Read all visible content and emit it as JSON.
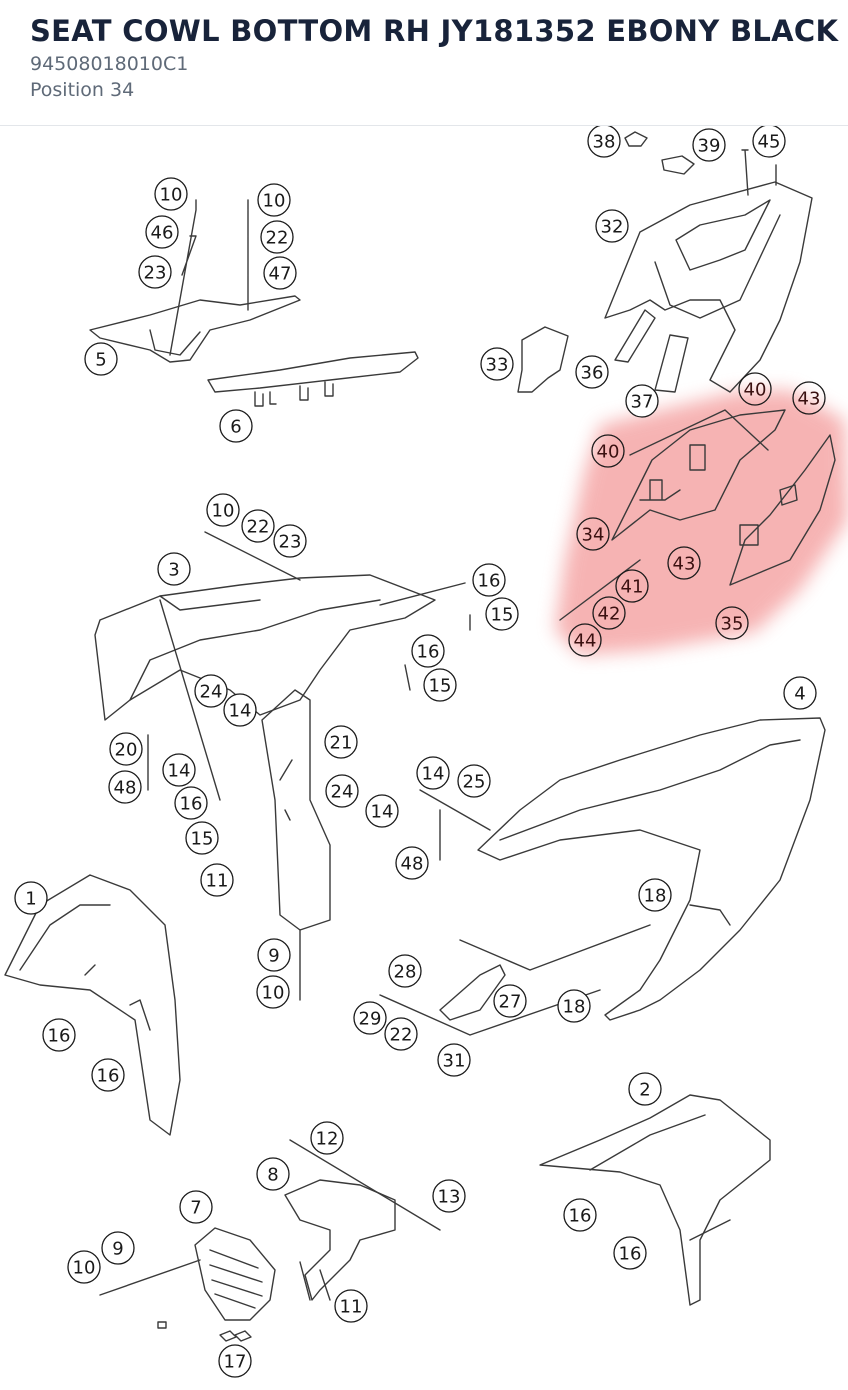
{
  "part": {
    "title": "SEAT COWL BOTTOM RH JY181352 EBONY BLACK",
    "sku": "94508018010C1",
    "position": "Position 34"
  },
  "diagram": {
    "highlight_color": "#f28b8b",
    "line_color": "#3a3a3a",
    "callouts": [
      {
        "num": "38"
      },
      {
        "num": "39"
      },
      {
        "num": "45"
      },
      {
        "num": "32"
      },
      {
        "num": "10"
      },
      {
        "num": "10"
      },
      {
        "num": "46"
      },
      {
        "num": "22"
      },
      {
        "num": "23"
      },
      {
        "num": "47"
      },
      {
        "num": "5"
      },
      {
        "num": "6"
      },
      {
        "num": "33"
      },
      {
        "num": "36"
      },
      {
        "num": "37"
      },
      {
        "num": "40"
      },
      {
        "num": "43"
      },
      {
        "num": "40"
      },
      {
        "num": "34"
      },
      {
        "num": "43"
      },
      {
        "num": "41"
      },
      {
        "num": "42"
      },
      {
        "num": "44"
      },
      {
        "num": "35"
      },
      {
        "num": "10"
      },
      {
        "num": "22"
      },
      {
        "num": "23"
      },
      {
        "num": "3"
      },
      {
        "num": "16"
      },
      {
        "num": "15"
      },
      {
        "num": "16"
      },
      {
        "num": "15"
      },
      {
        "num": "24"
      },
      {
        "num": "14"
      },
      {
        "num": "21"
      },
      {
        "num": "20"
      },
      {
        "num": "14"
      },
      {
        "num": "48"
      },
      {
        "num": "16"
      },
      {
        "num": "15"
      },
      {
        "num": "4"
      },
      {
        "num": "14"
      },
      {
        "num": "25"
      },
      {
        "num": "24"
      },
      {
        "num": "14"
      },
      {
        "num": "48"
      },
      {
        "num": "11"
      },
      {
        "num": "1"
      },
      {
        "num": "18"
      },
      {
        "num": "9"
      },
      {
        "num": "10"
      },
      {
        "num": "28"
      },
      {
        "num": "27"
      },
      {
        "num": "18"
      },
      {
        "num": "29"
      },
      {
        "num": "22"
      },
      {
        "num": "31"
      },
      {
        "num": "16"
      },
      {
        "num": "16"
      },
      {
        "num": "2"
      },
      {
        "num": "12"
      },
      {
        "num": "8"
      },
      {
        "num": "13"
      },
      {
        "num": "7"
      },
      {
        "num": "9"
      },
      {
        "num": "10"
      },
      {
        "num": "16"
      },
      {
        "num": "16"
      },
      {
        "num": "11"
      },
      {
        "num": "17"
      }
    ]
  }
}
